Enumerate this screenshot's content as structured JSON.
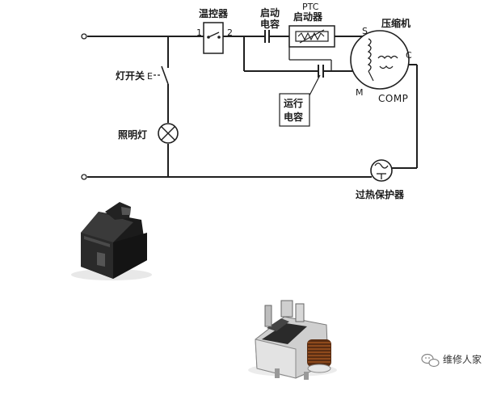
{
  "labels": {
    "thermostat": "温控器",
    "thermostat_pin1": "1",
    "thermostat_pin2": "2",
    "start_capacitor_line1": "启动",
    "start_capacitor_line2": "电容",
    "ptc_line1": "PTC",
    "ptc_line2": "启动器",
    "compressor": "压缩机",
    "terminal_s": "S",
    "terminal_c": "C",
    "terminal_m": "M",
    "comp": "COMP",
    "light_switch": "灯开关",
    "light_switch_mark": "E",
    "lamp": "照明灯",
    "run_capacitor_line1": "运行",
    "run_capacitor_line2": "电容",
    "overload_protector": "过热保护器"
  },
  "watermark": {
    "text": "维修人家"
  }
}
